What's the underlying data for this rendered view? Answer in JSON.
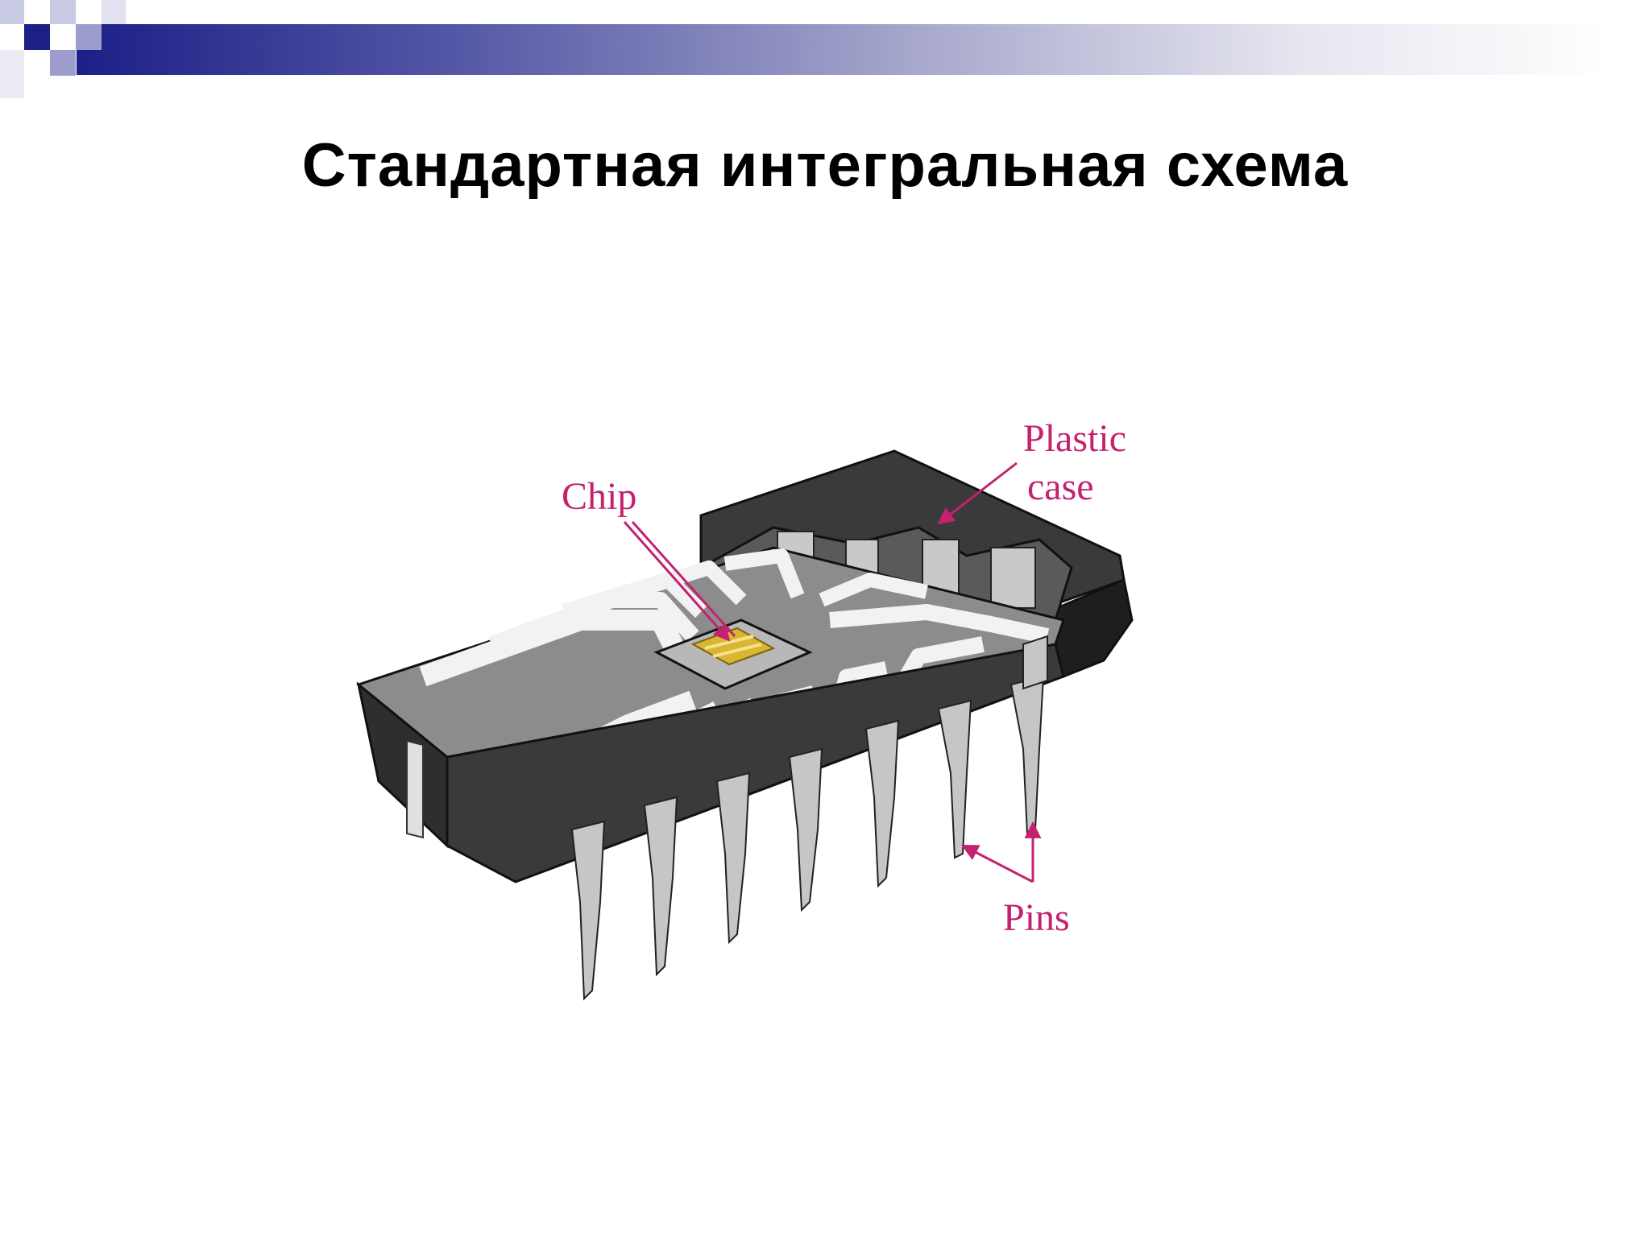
{
  "slide": {
    "title": "Стандартная интегральная схема"
  },
  "theme": {
    "accent_dark": "#1c1f86",
    "accent_light": "#9c9dcc",
    "label_color": "#c4216f"
  },
  "diagram": {
    "labels": {
      "chip": "Chip",
      "plastic": "Plastic",
      "case": "case",
      "pins": "Pins"
    }
  }
}
